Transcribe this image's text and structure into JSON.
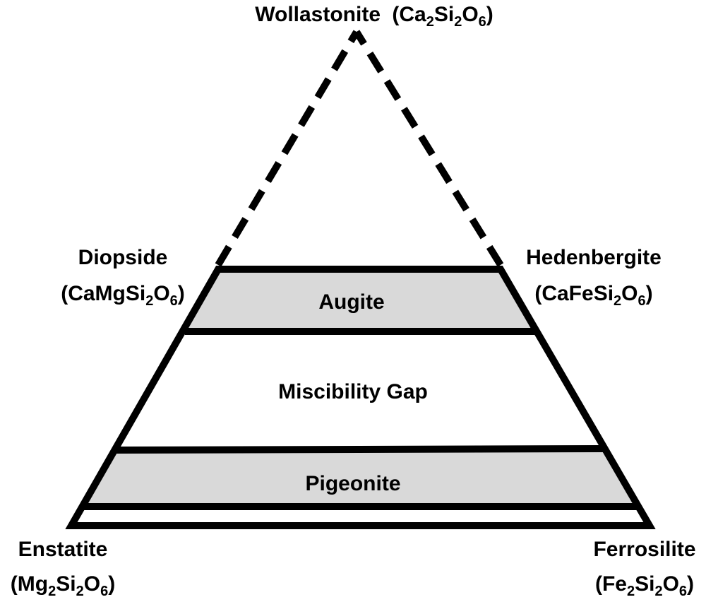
{
  "vertices": {
    "top": {
      "name": "Wollastonite",
      "formula": [
        [
          "(Ca",
          false
        ],
        [
          "2",
          true
        ],
        [
          "Si",
          false
        ],
        [
          "2",
          true
        ],
        [
          "O",
          false
        ],
        [
          "6",
          true
        ],
        [
          ")",
          false
        ]
      ]
    },
    "left_mid": {
      "name": "Diopside",
      "formula": [
        [
          "(CaMgSi",
          false
        ],
        [
          "2",
          true
        ],
        [
          "O",
          false
        ],
        [
          "6",
          true
        ],
        [
          ")",
          false
        ]
      ]
    },
    "right_mid": {
      "name": "Hedenbergite",
      "formula": [
        [
          "(CaFeSi",
          false
        ],
        [
          "2",
          true
        ],
        [
          "O",
          false
        ],
        [
          "6",
          true
        ],
        [
          ")",
          false
        ]
      ]
    },
    "bottom_left": {
      "name": "Enstatite",
      "formula": [
        [
          "(Mg",
          false
        ],
        [
          "2",
          true
        ],
        [
          "Si",
          false
        ],
        [
          "2",
          true
        ],
        [
          "O",
          false
        ],
        [
          "6",
          true
        ],
        [
          ")",
          false
        ]
      ]
    },
    "bottom_right": {
      "name": "Ferrosilite",
      "formula": [
        [
          "(Fe",
          false
        ],
        [
          "2",
          true
        ],
        [
          "Si",
          false
        ],
        [
          "2",
          true
        ],
        [
          "O",
          false
        ],
        [
          "6",
          true
        ],
        [
          ")",
          false
        ]
      ]
    }
  },
  "regions": {
    "augite": "Augite",
    "gap": "Miscibility Gap",
    "pigeonite": "Pigeonite"
  },
  "colors": {
    "fill": "#d9d9d9",
    "stroke": "#000000"
  }
}
